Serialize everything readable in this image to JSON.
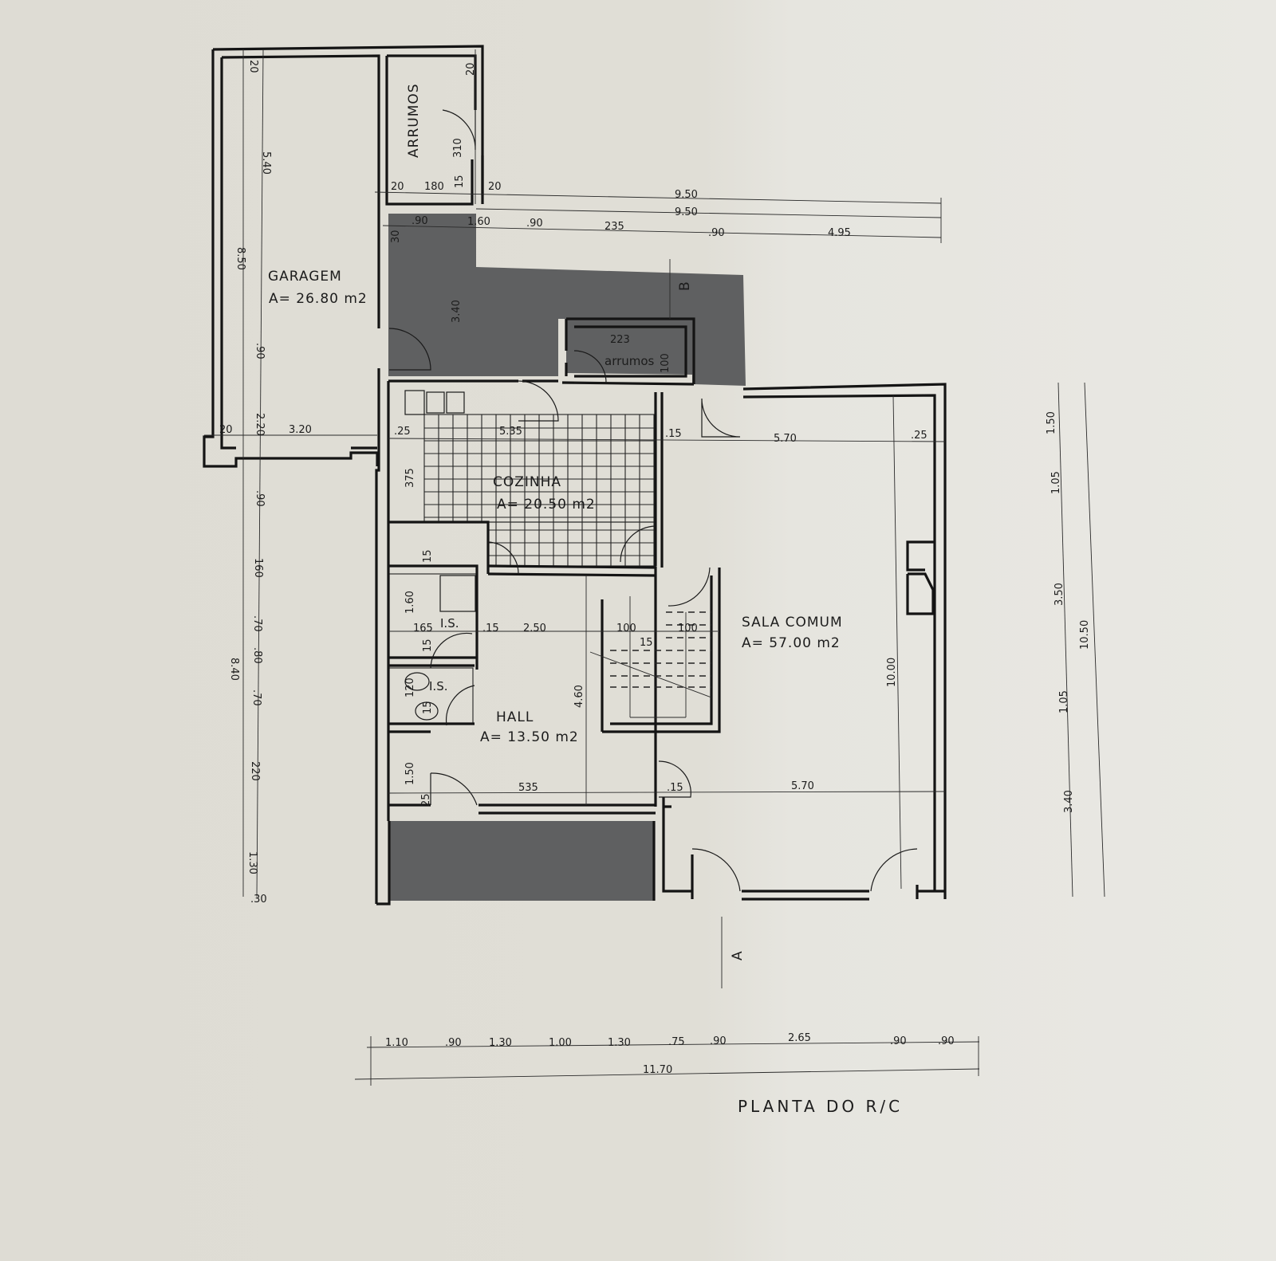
{
  "drawing": {
    "title": "PLANTA DO R/C",
    "rooms": {
      "garagem": {
        "name": "GARAGEM",
        "area": "A= 26.80 m2"
      },
      "arrumos_top": {
        "name": "ARRUMOS"
      },
      "arrumos_small": {
        "name": "arrumos"
      },
      "cozinha": {
        "name": "COZINHA",
        "area": "A= 20.50 m2"
      },
      "sala": {
        "name": "SALA COMUM",
        "area": "A= 57.00 m2"
      },
      "hall": {
        "name": "HALL",
        "area": "A= 13.50 m2"
      },
      "is1": {
        "name": "I.S."
      },
      "is2": {
        "name": "I.S."
      }
    },
    "section_markers": {
      "a": "A",
      "b": "B"
    },
    "dimensions": {
      "garage_top_20": "20",
      "garage_540": "5.40",
      "garage_850": "8.50",
      "garage_090": ".90",
      "garage_220": "2.20",
      "garage_20b": "20",
      "garage_320": "3.20",
      "arr_20a": "20",
      "arr_180": "180",
      "arr_15": "15",
      "arr_20b": "20",
      "arr_20top": "20",
      "arr_310": "310",
      "top_950a": "9.50",
      "top_950b": "9.50",
      "top_090a": ".90",
      "top_160": "1.60",
      "top_090b": ".90",
      "top_235": "235",
      "top_090c": ".90",
      "top_495": "4.95",
      "dark_30": "30",
      "dark_340": "3.40",
      "arrumos_223": "223",
      "arrumos_100": "100",
      "kit_25": ".25",
      "kit_535": "5.35",
      "kit_15": ".15",
      "kit_375": "375",
      "kit_15b": "15",
      "sala_570": "5.70",
      "sala_25": ".25",
      "sala_1000": "10.00",
      "is_160": "1.60",
      "is_165": "165",
      "is_15a": "15",
      "is_15b": "15",
      "is_120": "120",
      "is_15c": "15",
      "hall_15": ".15",
      "hall_250": "2.50",
      "stair_100a": "100",
      "stair_15": "15",
      "stair_100b": "100",
      "hall_460": "4.60",
      "hall_150": "1.50",
      "hall_25": "25",
      "hall_535": "535",
      "hall_15b": ".15",
      "sala_570b": "5.70",
      "left_090": ".90",
      "left_160": "160",
      "left_070a": ".70",
      "left_080": ".80",
      "left_070b": ".70",
      "left_220": "220",
      "left_130": "1.30",
      "left_30": ".30",
      "left_840": "8.40",
      "right_150": "1.50",
      "right_105a": "1.05",
      "right_350": "3.50",
      "right_105b": "1.05",
      "right_340": "3.40",
      "right_1050": "10.50",
      "bot_110": "1.10",
      "bot_090a": ".90",
      "bot_130a": "1.30",
      "bot_100": "1.00",
      "bot_130b": "1.30",
      "bot_075": ".75",
      "bot_090b": ".90",
      "bot_265": "2.65",
      "bot_090c": ".90",
      "bot_090d": ".90",
      "bot_1170": "11.70"
    }
  }
}
